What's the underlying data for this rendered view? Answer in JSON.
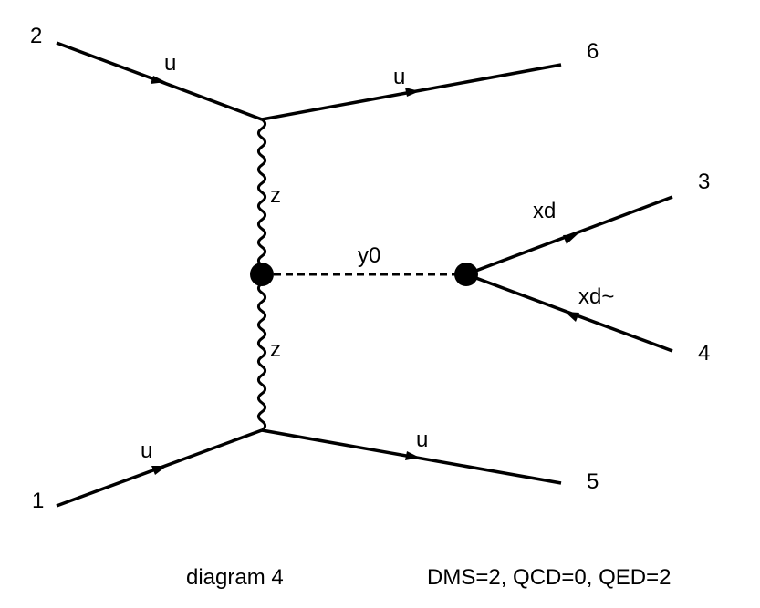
{
  "diagram": {
    "external_labels": {
      "p1": "1",
      "p2": "2",
      "p3": "3",
      "p4": "4",
      "p5": "5",
      "p6": "6"
    },
    "particle_labels": {
      "u_in_top": "u",
      "u_out_top": "u",
      "u_in_bottom": "u",
      "u_out_bottom": "u",
      "z_upper": "z",
      "z_lower": "z",
      "y0": "y0",
      "xd": "xd",
      "xd_bar": "xd~"
    },
    "caption": "diagram 4",
    "couplings": "DMS=2, QCD=0, QED=2"
  }
}
